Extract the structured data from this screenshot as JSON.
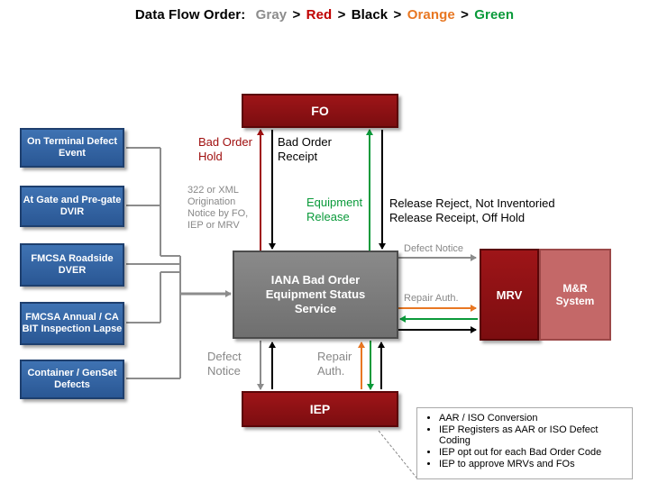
{
  "header": {
    "label": "Data Flow Order:",
    "sequence": [
      {
        "text": "Gray",
        "color": "#8c8c8c"
      },
      {
        "text": ">",
        "color": "#000000"
      },
      {
        "text": "Red",
        "color": "#c00000"
      },
      {
        "text": ">",
        "color": "#000000"
      },
      {
        "text": "Black",
        "color": "#000000"
      },
      {
        "text": ">",
        "color": "#000000"
      },
      {
        "text": "Orange",
        "color": "#e87722"
      },
      {
        "text": ">",
        "color": "#000000"
      },
      {
        "text": "Green",
        "color": "#0a9a3a"
      }
    ]
  },
  "sources": [
    "On Terminal Defect Event",
    "At Gate and Pre-gate DVIR",
    "FMCSA Roadside DVER",
    "FMCSA Annual / CA BIT Inspection Lapse",
    "Container / GenSet Defects"
  ],
  "nodes": {
    "fo": "FO",
    "iana": "IANA Bad Order Equipment Status Service",
    "iep": "IEP",
    "mrv": "MRV",
    "mr_system": "M&R System"
  },
  "labels": {
    "bad_order_hold": "Bad Order Hold",
    "bad_order_receipt": "Bad Order Receipt",
    "origination": "322 or XML Origination Notice by FO, IEP or MRV",
    "equipment_release": "Equipment Release",
    "release_reject": "Release Reject, Not Inventoried",
    "release_receipt": "Release Receipt, Off Hold",
    "defect_notice_mrv": "Defect Notice",
    "repair_auth_mrv": "Repair Auth.",
    "defect_notice_iep": "Defect Notice",
    "repair_auth_iep": "Repair Auth."
  },
  "notes": [
    "AAR / ISO Conversion",
    "IEP Registers as AAR or ISO Defect Coding",
    "IEP opt out for each Bad Order Code",
    "IEP to approve MRVs and FOs"
  ],
  "colors": {
    "gray": "#8c8c8c",
    "red": "#a01010",
    "black": "#000000",
    "orange": "#e87722",
    "green": "#0a9a3a"
  }
}
